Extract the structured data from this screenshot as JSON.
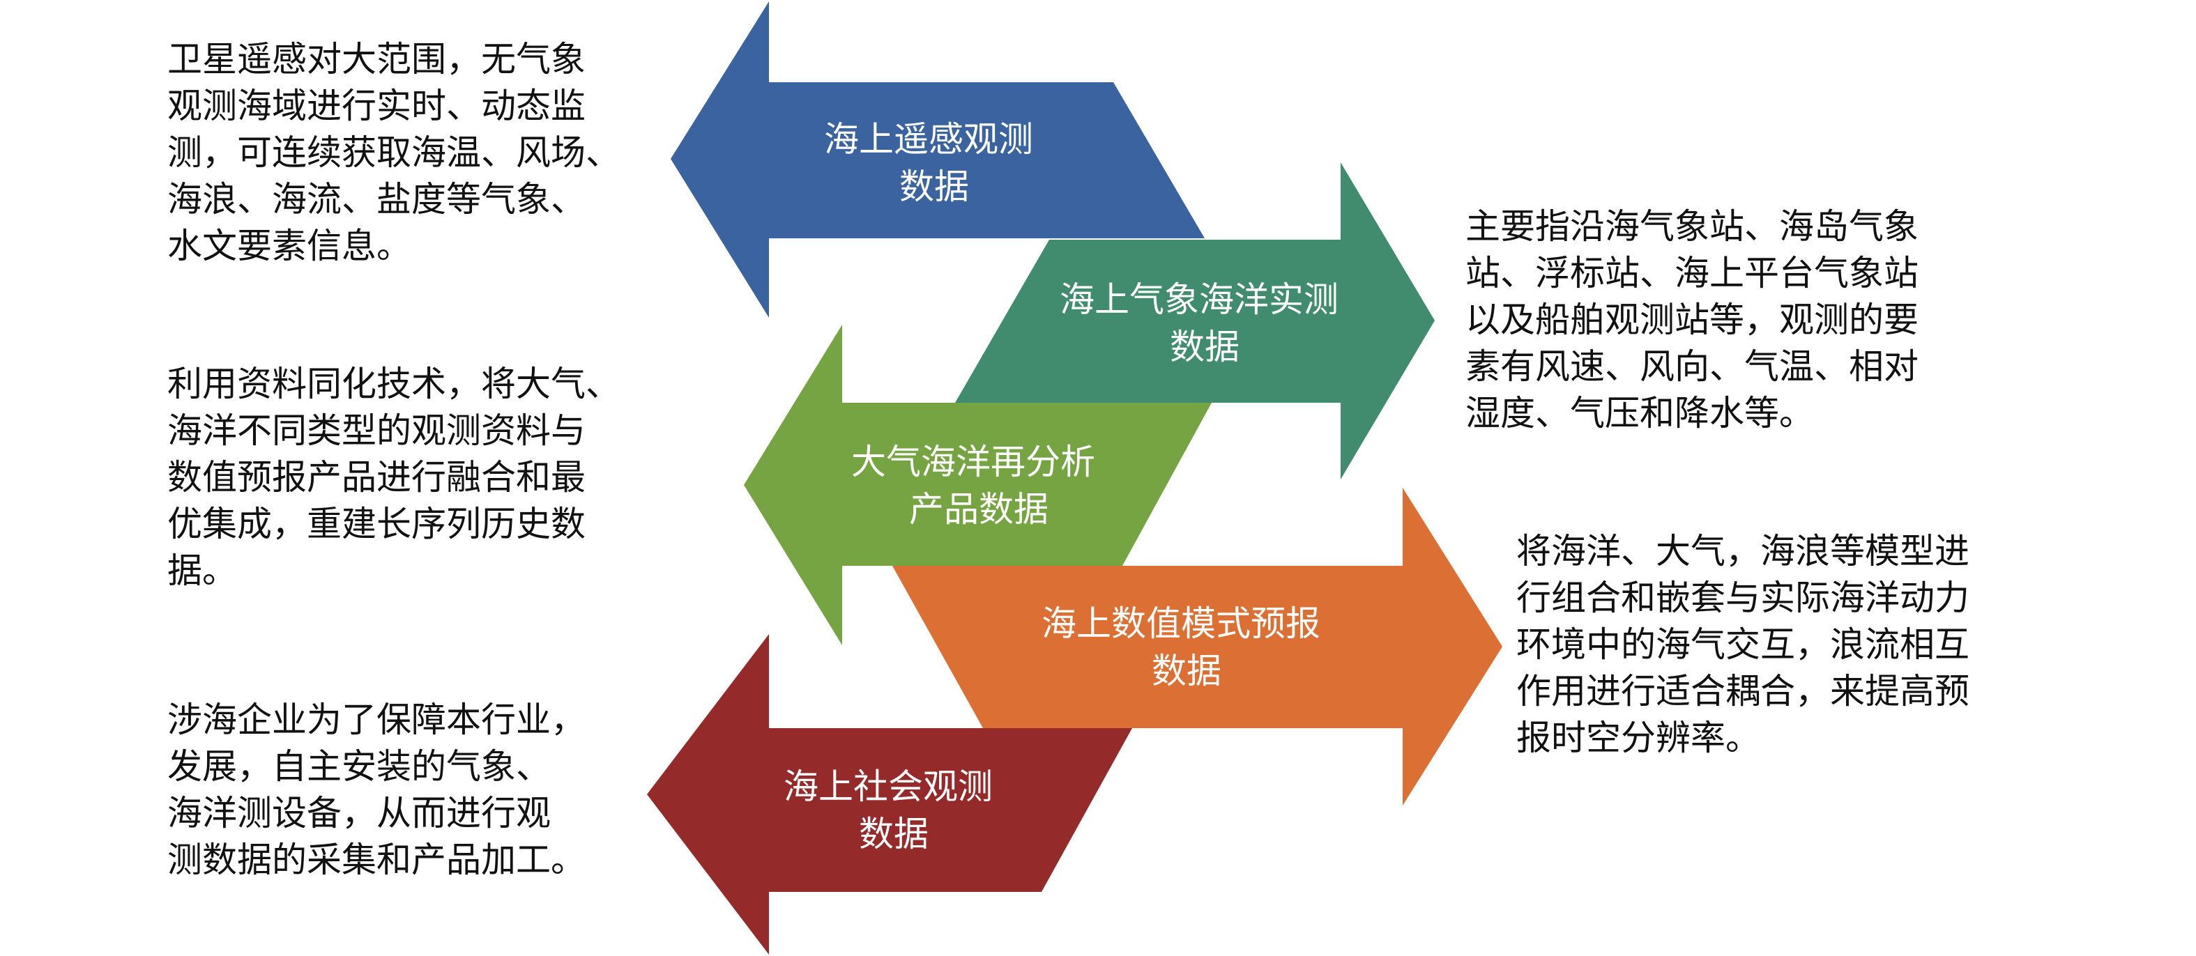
{
  "colors": {
    "remote_sensing": "#3b63a0",
    "in_situ": "#418c6f",
    "reanalysis": "#76a443",
    "model_forecast": "#dc6f33",
    "social": "#952a2a"
  },
  "arrows": [
    {
      "id": "remote",
      "direction": "left",
      "label_lines": [
        "海上遥感观测",
        "数据"
      ]
    },
    {
      "id": "insitu",
      "direction": "right",
      "label_lines": [
        "海上气象海洋实测",
        "数据"
      ]
    },
    {
      "id": "reanal",
      "direction": "left",
      "label_lines": [
        "大气海洋再分析",
        "产品数据"
      ]
    },
    {
      "id": "model",
      "direction": "right",
      "label_lines": [
        "海上数值模式预报",
        "数据"
      ]
    },
    {
      "id": "social",
      "direction": "left",
      "label_lines": [
        "海上社会观测",
        "数据"
      ]
    }
  ],
  "descriptions": {
    "remote": "卫星遥感对大范围，无气象\n观测海域进行实时、动态监\n测，可连续获取海温、风场、\n海浪、海流、盐度等气象、\n水文要素信息。",
    "insitu": "主要指沿海气象站、海岛气象\n站、浮标站、海上平台气象站\n以及船舶观测站等，观测的要\n素有风速、风向、气温、相对\n湿度、气压和降水等。",
    "reanal": "利用资料同化技术，将大气、\n海洋不同类型的观测资料与\n数值预报产品进行融合和最\n优集成，重建长序列历史数\n据。",
    "model": "将海洋、大气，海浪等模型进\n行组合和嵌套与实际海洋动力\n环境中的海气交互，浪流相互\n作用进行适合耦合，来提高预\n报时空分辨率。",
    "social": "涉海企业为了保障本行业，\n发展，自主安装的气象、\n海洋测设备，从而进行观\n测数据的采集和产品加工。"
  }
}
